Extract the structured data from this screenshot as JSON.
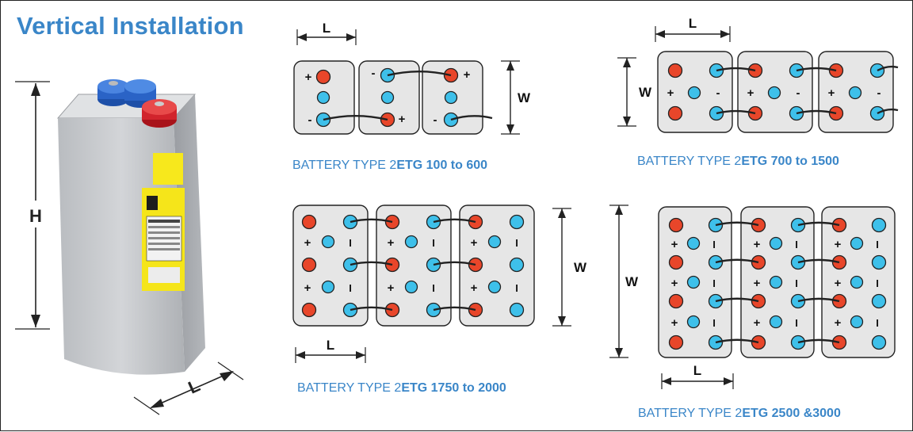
{
  "title": "Vertical Installation",
  "battery_image": {
    "height_label": "H",
    "length_label": "L"
  },
  "dimension_labels": {
    "length": "L",
    "width": "W"
  },
  "terminal_signs": {
    "plus": "+",
    "minus": "-",
    "minus_bar": "I"
  },
  "colors": {
    "title": "#3a86c8",
    "positive_terminal": "#e8462a",
    "negative_terminal": "#3ec0ea",
    "cell_fill": "#e6e6e6"
  },
  "layouts": [
    {
      "caption_prefix": "BATTERY TYPE 2",
      "caption_bold": "ETG 100 to 600"
    },
    {
      "caption_prefix": "BATTERY TYPE 2",
      "caption_bold": "ETG 700 to 1500"
    },
    {
      "caption_prefix": "BATTERY TYPE 2",
      "caption_bold": "ETG 1750 to 2000"
    },
    {
      "caption_prefix": "BATTERY TYPE 2",
      "caption_bold": "ETG 2500 &3000"
    }
  ]
}
